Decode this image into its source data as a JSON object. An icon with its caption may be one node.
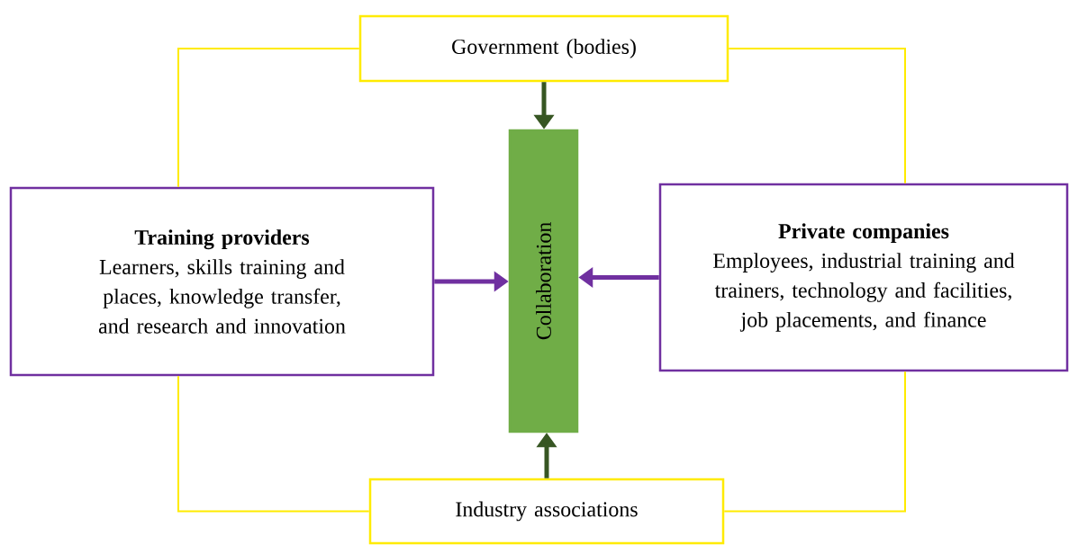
{
  "diagram": {
    "nodes": [
      {
        "text": [
          "Government (bodies)"
        ]
      },
      {
        "text": [
          "Training providers",
          "Learners, skills training and places, knowledge transfer, and research and innovation"
        ]
      },
      {
        "text": [
          "Collaboration"
        ]
      },
      {
        "text": [
          "Private companies",
          "Employees, industrial training and trainers, technology and facilities, job placements, and finance"
        ]
      },
      {
        "text": [
          "Industry associations"
        ]
      }
    ],
    "edges": [
      {
        "from": 0,
        "to": 2,
        "arrow": "to",
        "style": "thick",
        "color": "#375623"
      },
      {
        "from": 4,
        "to": 2,
        "arrow": "to",
        "style": "thick",
        "color": "#375623"
      },
      {
        "from": 1,
        "to": 2,
        "arrow": "to",
        "style": "thick",
        "color": "#7030a0"
      },
      {
        "from": 3,
        "to": 2,
        "arrow": "to",
        "style": "thick",
        "color": "#7030a0"
      },
      {
        "from": 0,
        "to": 1,
        "arrow": "none"
      },
      {
        "from": 0,
        "to": 3,
        "arrow": "none"
      },
      {
        "from": 1,
        "to": 4,
        "arrow": "none"
      },
      {
        "from": 3,
        "to": 4,
        "arrow": "none"
      }
    ]
  }
}
